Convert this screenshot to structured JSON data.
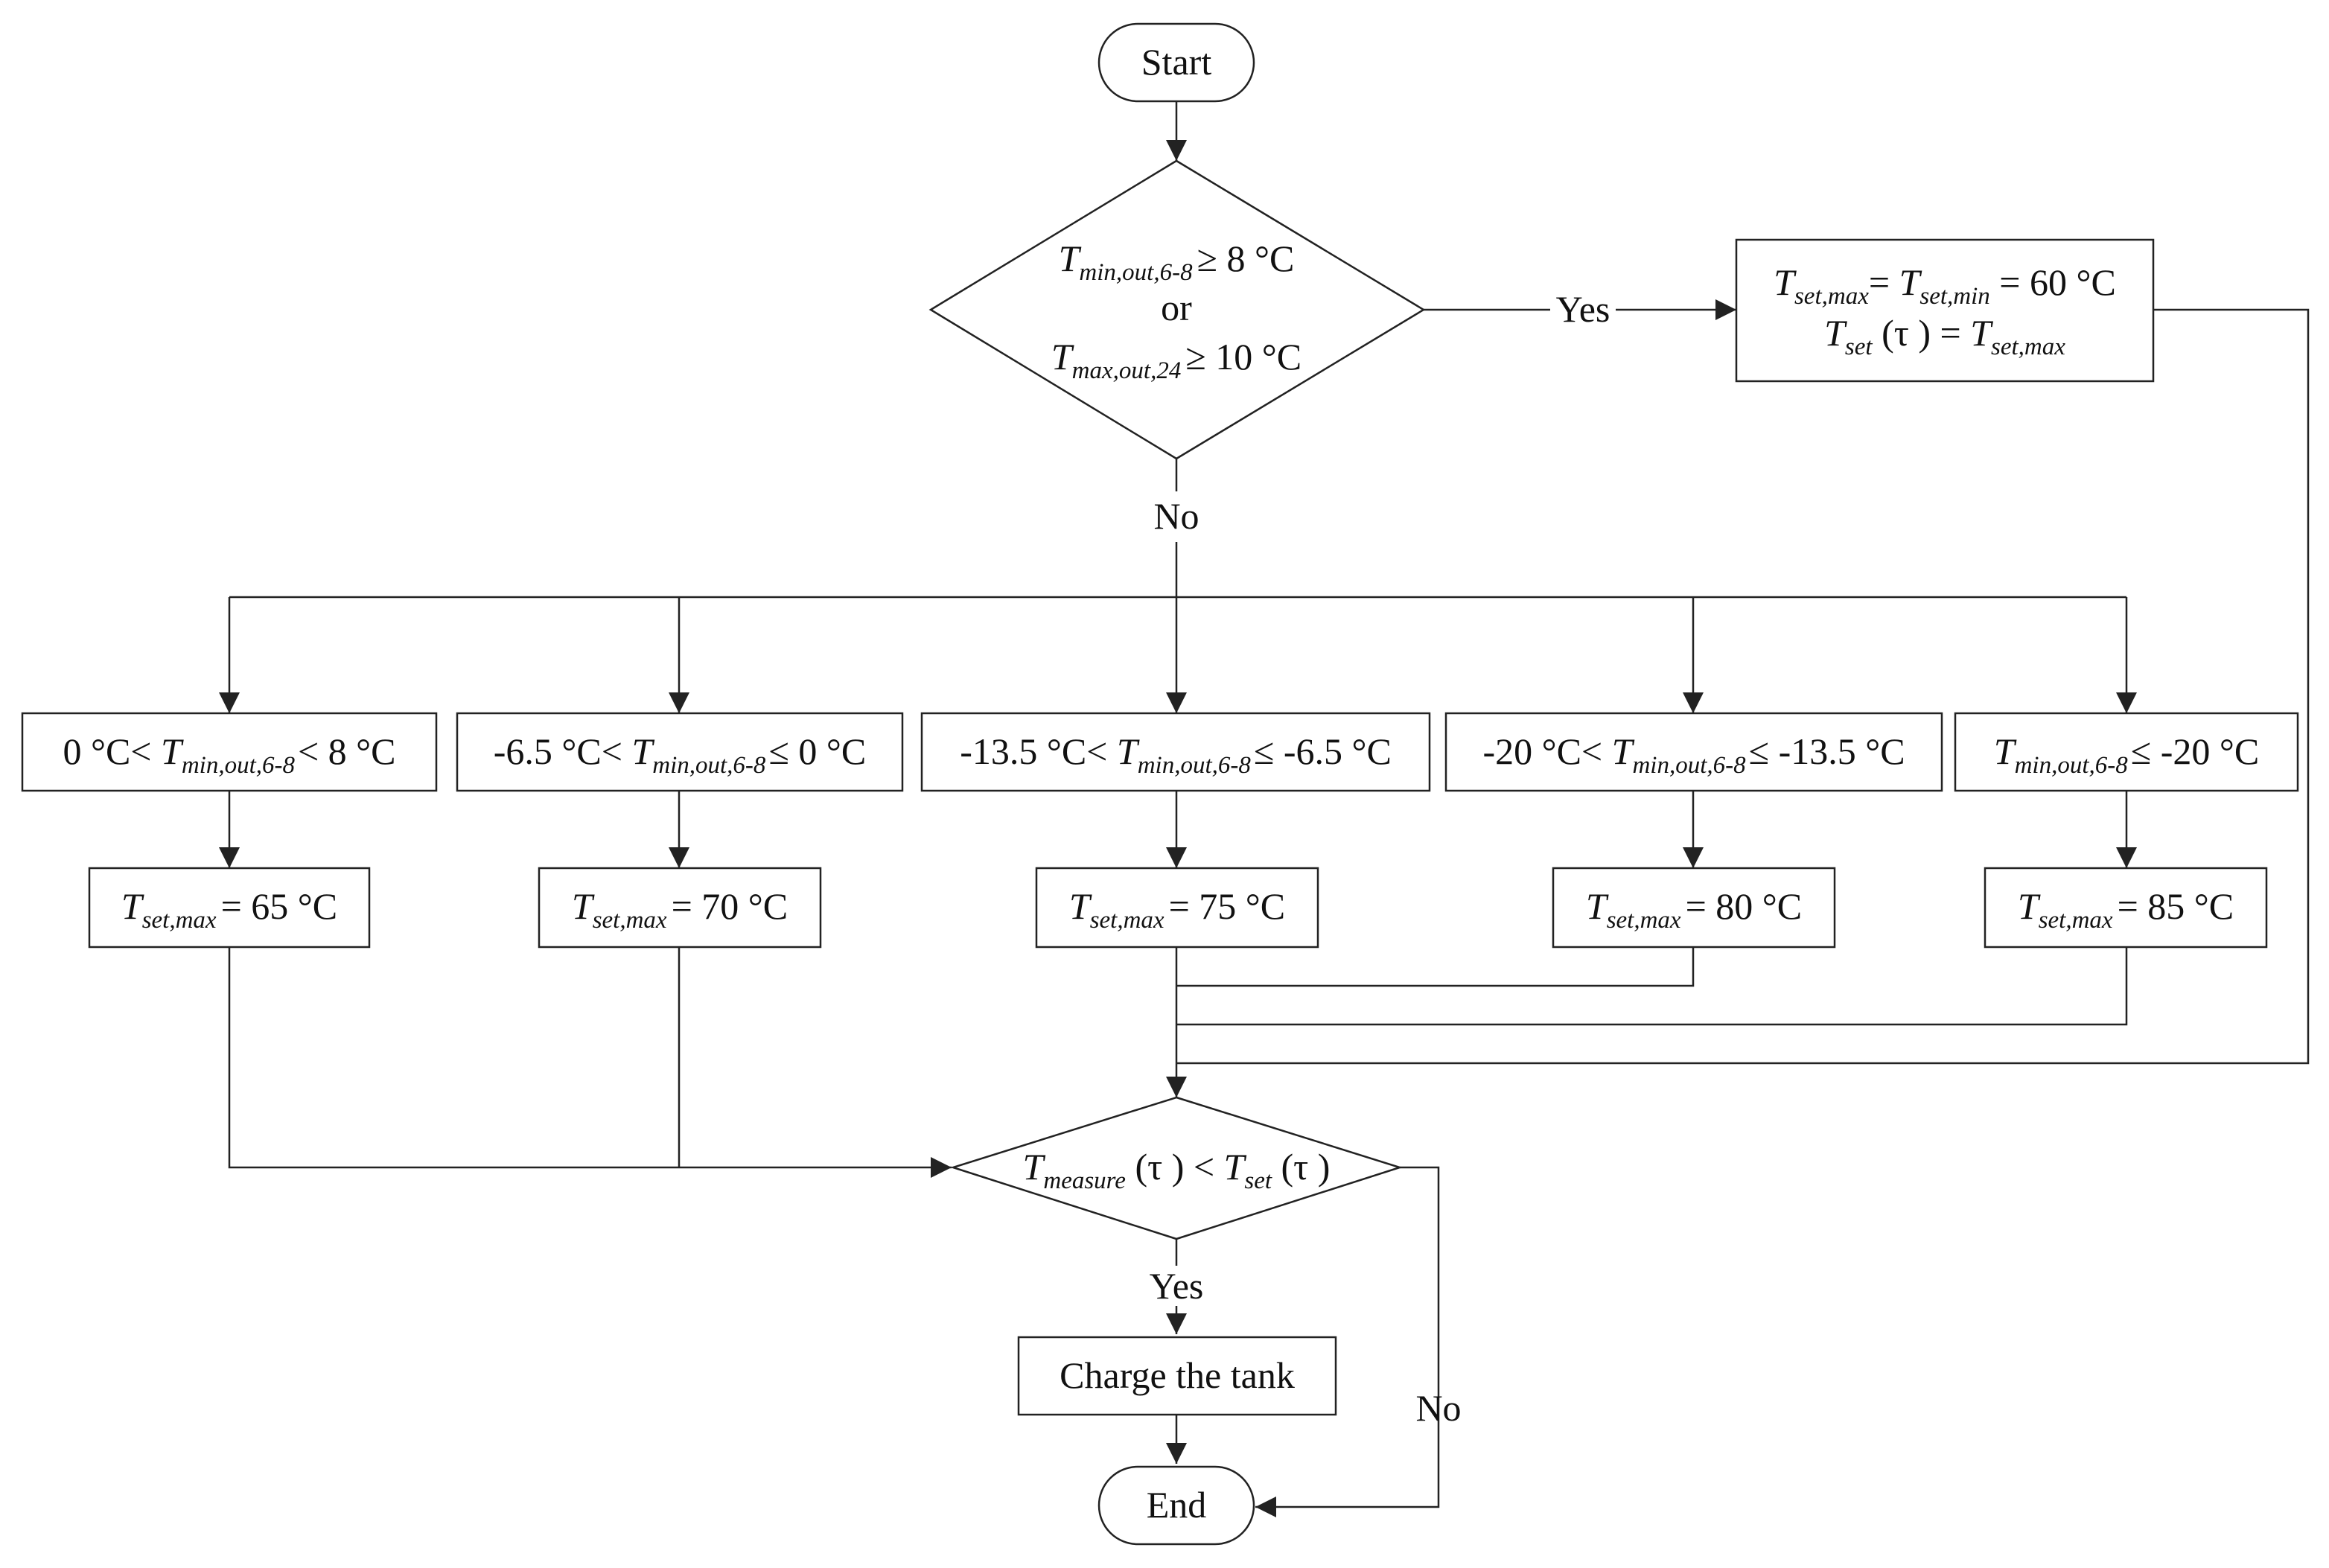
{
  "start": "Start",
  "end": "End",
  "decision1": {
    "line1": {
      "T": "T",
      "sub": "min,out,6-8",
      "rest": "≥ 8 °C"
    },
    "line2": "or",
    "line3": {
      "T": "T",
      "sub": "max,out,24",
      "rest": "≥ 10  °C"
    }
  },
  "labels": {
    "yes1": "Yes",
    "no1": "No",
    "yes2": "Yes",
    "no2": "No"
  },
  "summer_box": {
    "l1": {
      "T1": "T",
      "s1": "set,max",
      "eq": "= ",
      "T2": "T",
      "s2": "set,min",
      "rest": " = 60 °C"
    },
    "l2": {
      "T1": "T",
      "s1": "set",
      "arg": " (τ ) = ",
      "T2": "T",
      "s2": "set,max"
    }
  },
  "conditions": [
    {
      "pre": "0 °C< ",
      "T": "T",
      "sub": "min,out,6-8",
      "post": "< 8 °C"
    },
    {
      "pre": "-6.5 °C< ",
      "T": "T",
      "sub": "min,out,6-8",
      "post": "≤ 0 °C"
    },
    {
      "pre": "-13.5 °C< ",
      "T": "T",
      "sub": "min,out,6-8",
      "post": "≤ -6.5 °C"
    },
    {
      "pre": "-20 °C< ",
      "T": "T",
      "sub": "min,out,6-8",
      "post": "≤ -13.5 °C"
    },
    {
      "pre": "",
      "T": "T",
      "sub": "min,out,6-8",
      "post": "≤ -20 °C"
    }
  ],
  "setpoints": [
    {
      "T": "T",
      "sub": "set,max",
      "val": "= 65 °C"
    },
    {
      "T": "T",
      "sub": "set,max",
      "val": "= 70 °C"
    },
    {
      "T": "T",
      "sub": "set,max",
      "val": "= 75 °C"
    },
    {
      "T": "T",
      "sub": "set,max",
      "val": "= 80 °C"
    },
    {
      "T": "T",
      "sub": "set,max",
      "val": "= 85 °C"
    }
  ],
  "decision2": {
    "T1": "T",
    "s1": "measure",
    "a1": " (τ ) < ",
    "T2": "T",
    "s2": "set",
    "a2": " (τ )"
  },
  "charge": "Charge the tank"
}
